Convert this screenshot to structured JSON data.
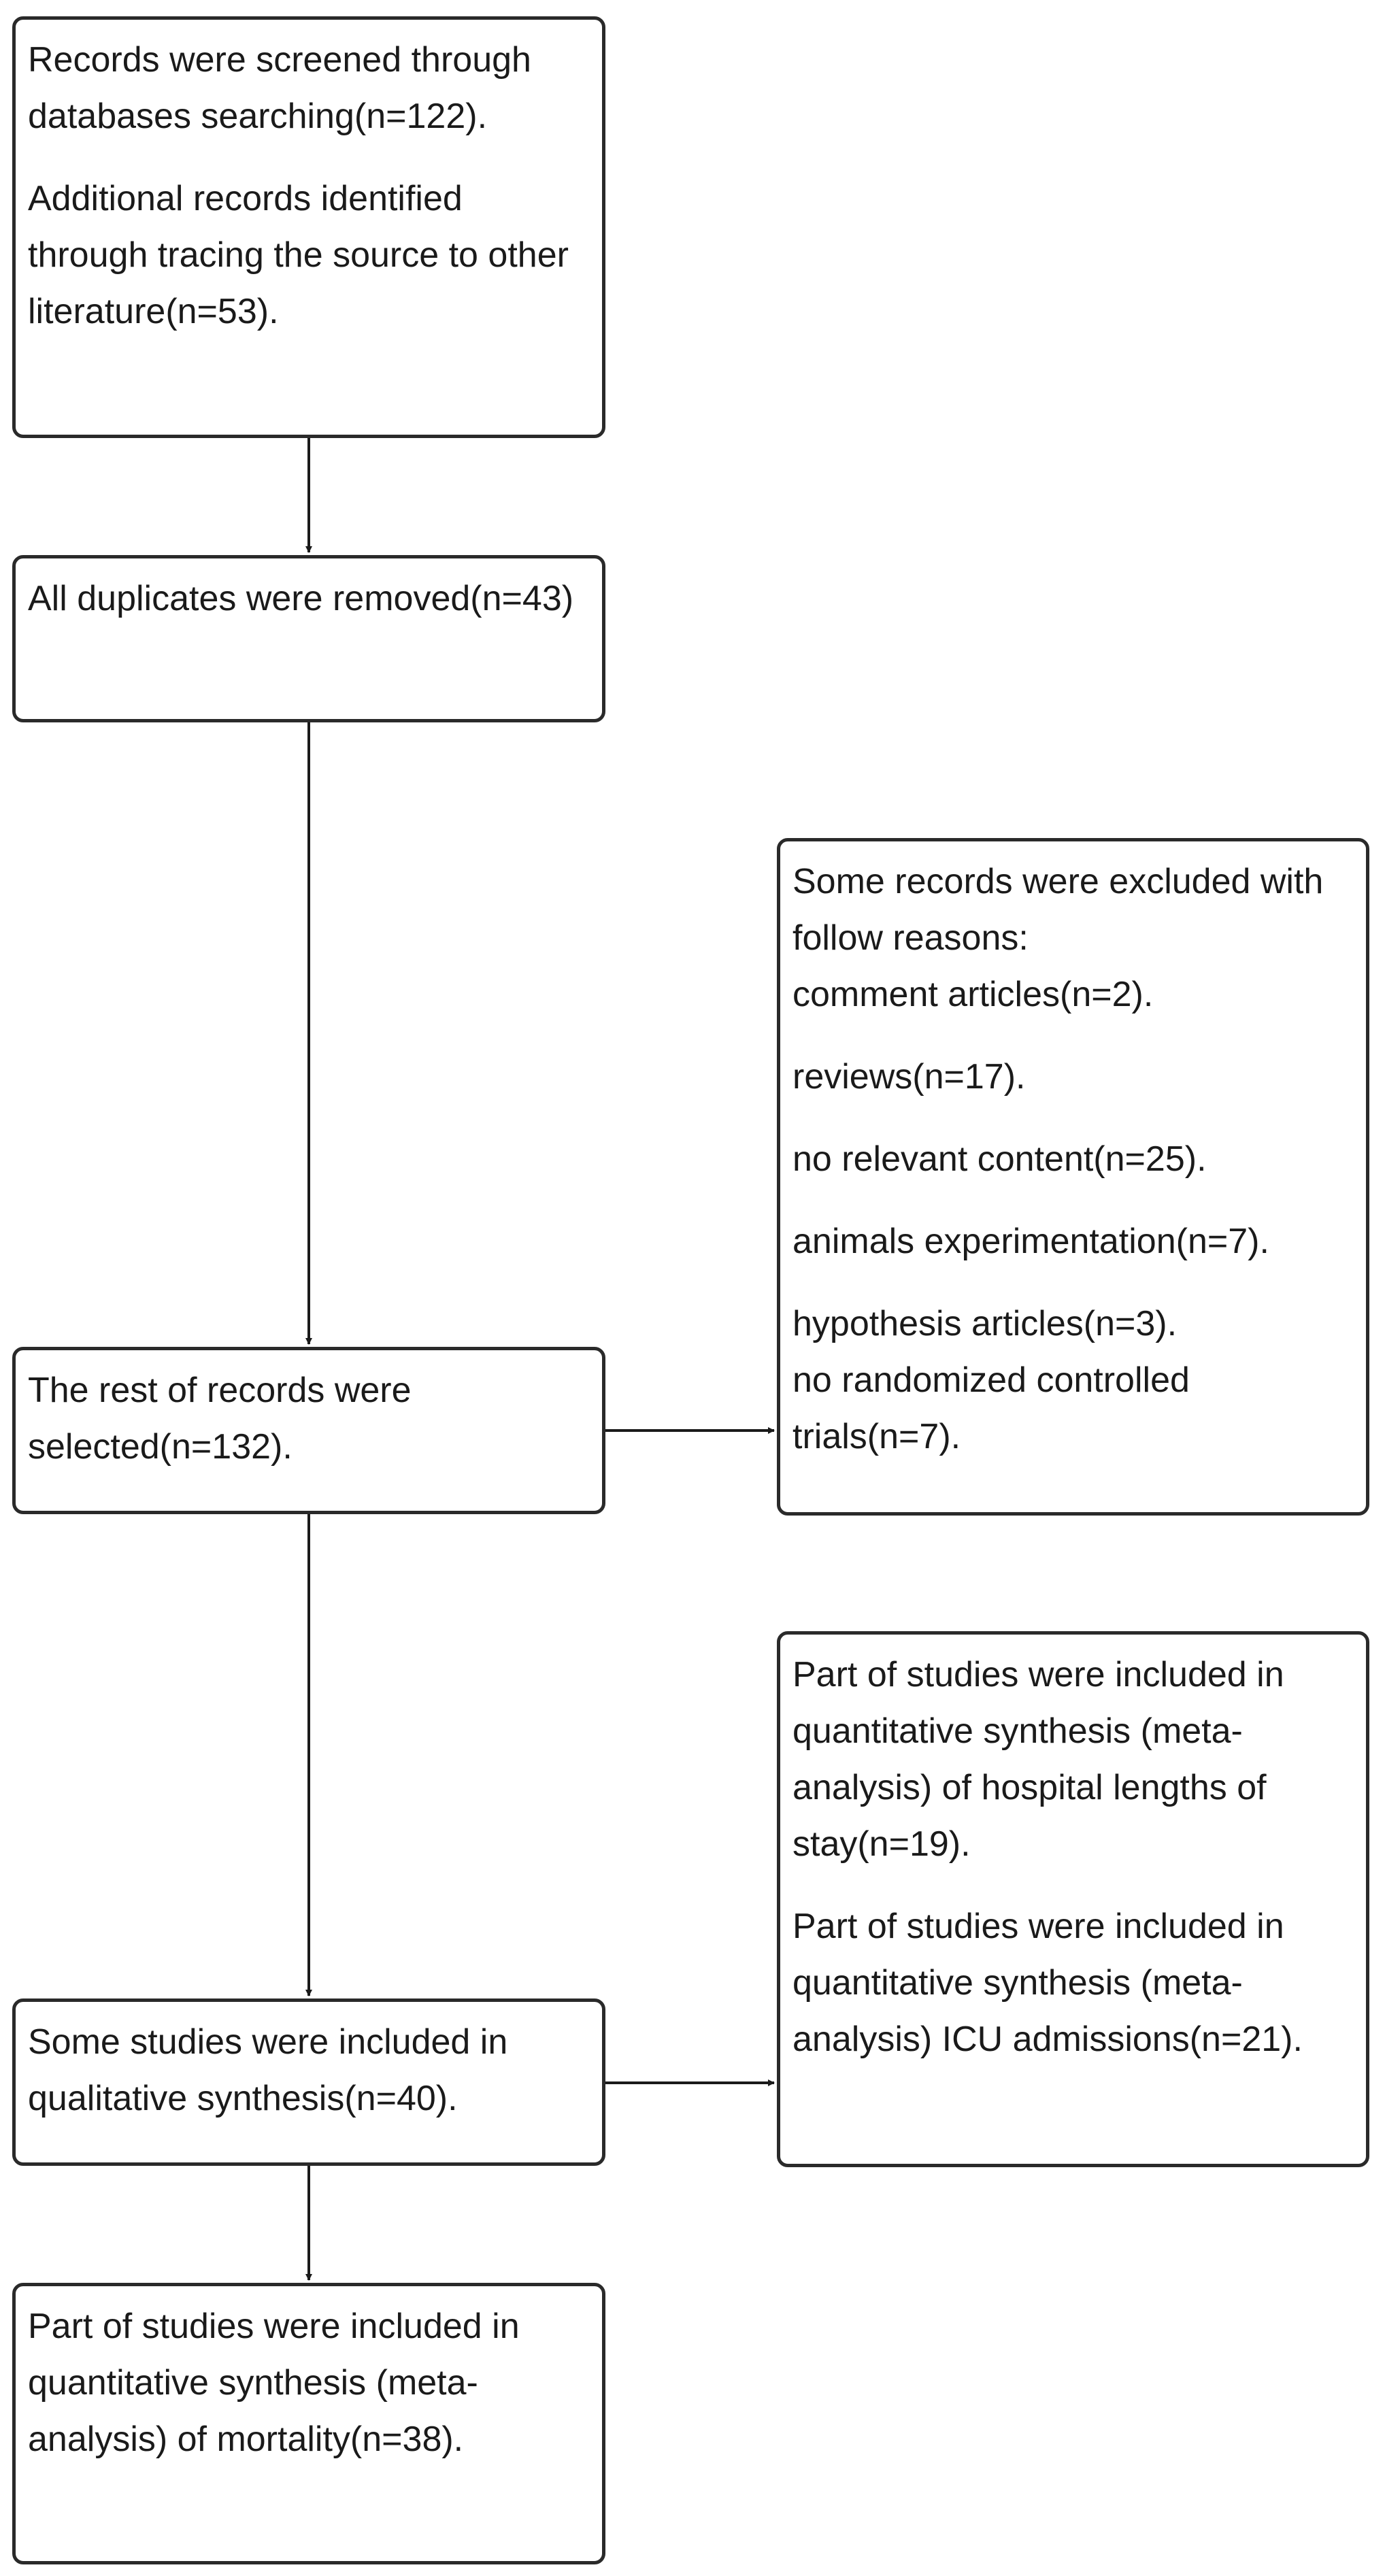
{
  "flowchart": {
    "records_box": {
      "lines": [
        "Records were screened through databases searching(n=122).",
        "Additional records identified through tracing the source to other literature(n=53)."
      ]
    },
    "duplicates_box": {
      "lines": [
        "All duplicates were removed(n=43)"
      ]
    },
    "exclusions_box": {
      "intro": "Some records were excluded with follow reasons:",
      "items": [
        "comment articles(n=2).",
        "reviews(n=17).",
        "no relevant content(n=25).",
        "animals experimentation(n=7).",
        "hypothesis articles(n=3).",
        "no randomized controlled trials(n=7)."
      ]
    },
    "rest_box": {
      "lines": [
        "The rest of records were selected(n=132)."
      ]
    },
    "quantitative_box": {
      "lines": [
        "Part of studies were included in quantitative synthesis (meta-analysis) of hospital lengths of stay(n=19).",
        "Part of studies were included in quantitative synthesis (meta-analysis) ICU admissions(n=21)."
      ]
    },
    "qualitative_box": {
      "lines": [
        "Some studies were included in qualitative synthesis(n=40)."
      ]
    },
    "mortality_box": {
      "lines": [
        "Part of studies were included in quantitative synthesis (meta-analysis) of mortality(n=38)."
      ]
    }
  }
}
